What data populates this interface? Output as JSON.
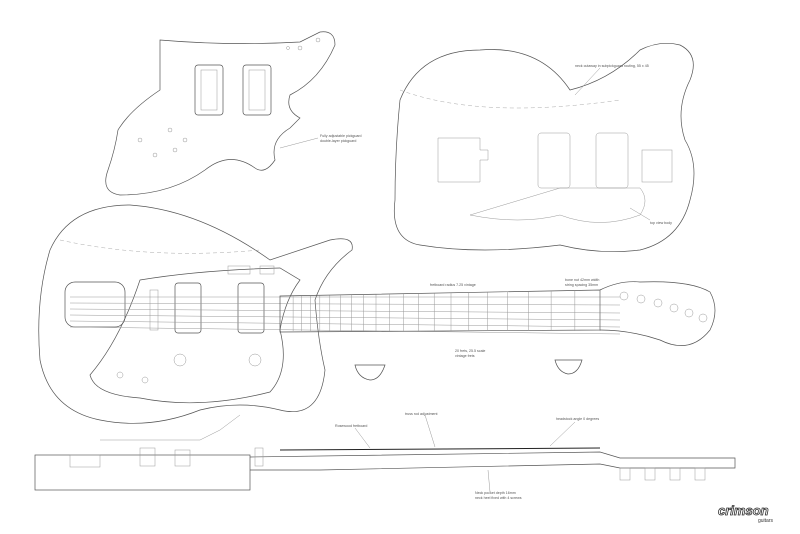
{
  "title": "Offset guitar technical drawing",
  "labels": {
    "pickguard": "Fully adjustable pickguard",
    "pickguard_sub": "double-layer pickguard",
    "body_top": "neck cutaway in subpickguard routing, 55 x 45",
    "body_side": "top view body",
    "neck_radius": "fretboard radius 7.25 vintage",
    "nut": "bone nut 42mm width",
    "nut_sub": "string spacing 35mm",
    "fret": "20 frets, 25.5 scale",
    "fret_sub": "vintage frets",
    "fretboard": "Rosewood fretboard",
    "truss": "truss rod adjustment",
    "headstock": "headstock angle 0 degrees",
    "bottom": "Neck pocket depth 16mm",
    "bottom_sub": "neck heel fixed with 4 screws"
  },
  "logo": {
    "brand": "crimson",
    "sub": "guitars"
  }
}
